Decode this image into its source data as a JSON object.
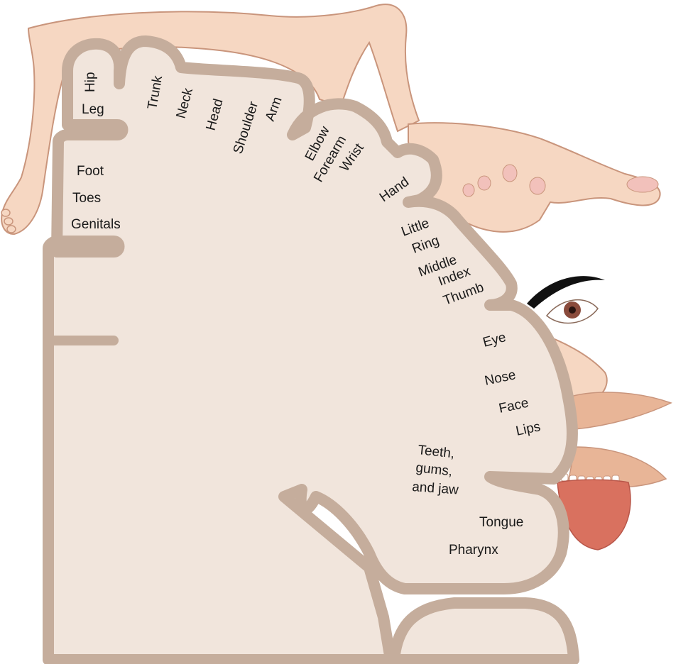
{
  "colors": {
    "cortex_band": "#c5ad9c",
    "cortex_fill": "#f1e5dc",
    "skin": "#f6d7c2",
    "skin_outline": "#c9957c",
    "lip": "#e8b597",
    "tongue": "#d9715f",
    "eye_iris": "#8a4b3c",
    "eyebrow": "#111111",
    "nail": "#f2c1bb"
  },
  "labels": {
    "hip": "Hip",
    "leg": "Leg",
    "trunk": "Trunk",
    "neck": "Neck",
    "head": "Head",
    "shoulder": "Shoulder",
    "arm": "Arm",
    "elbow": "Elbow",
    "forearm": "Forearm",
    "wrist": "Wrist",
    "hand": "Hand",
    "little": "Little",
    "ring": "Ring",
    "middle": "Middle",
    "index": "Index",
    "thumb": "Thumb",
    "foot": "Foot",
    "toes": "Toes",
    "genitals": "Genitals",
    "eye": "Eye",
    "nose": "Nose",
    "face": "Face",
    "lips": "Lips",
    "teeth_line1": "Teeth,",
    "teeth_line2": "gums,",
    "teeth_line3": "and jaw",
    "tongue": "Tongue",
    "pharynx": "Pharynx"
  }
}
